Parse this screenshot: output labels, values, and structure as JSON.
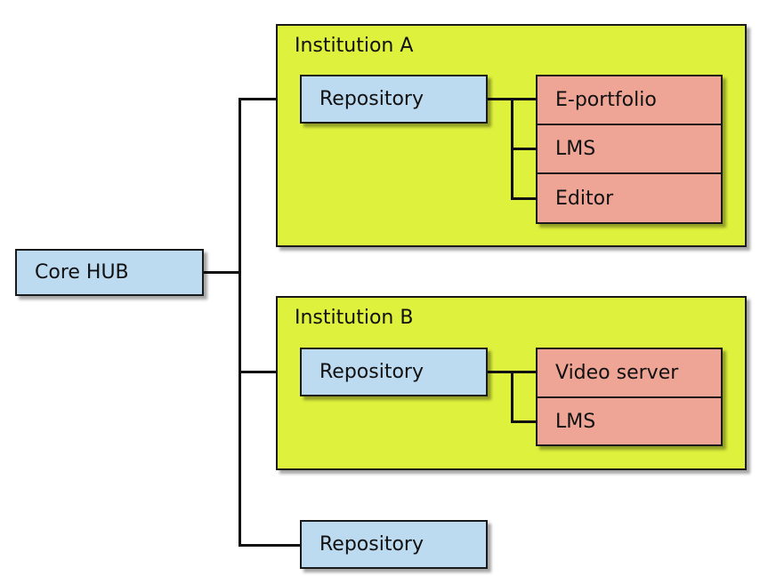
{
  "core_hub": {
    "label": "Core HUB"
  },
  "institutions": [
    {
      "title": "Institution A",
      "repository": "Repository",
      "services": [
        "E-portfolio",
        "LMS",
        "Editor"
      ]
    },
    {
      "title": "Institution B",
      "repository": "Repository",
      "services": [
        "Video server",
        "LMS"
      ]
    }
  ],
  "standalone_repository": {
    "label": "Repository"
  },
  "colors": {
    "institution_fill": "#def13d",
    "node_blue": "#bcdaf0",
    "node_pink": "#eea595",
    "stroke": "#1a1a1a"
  }
}
